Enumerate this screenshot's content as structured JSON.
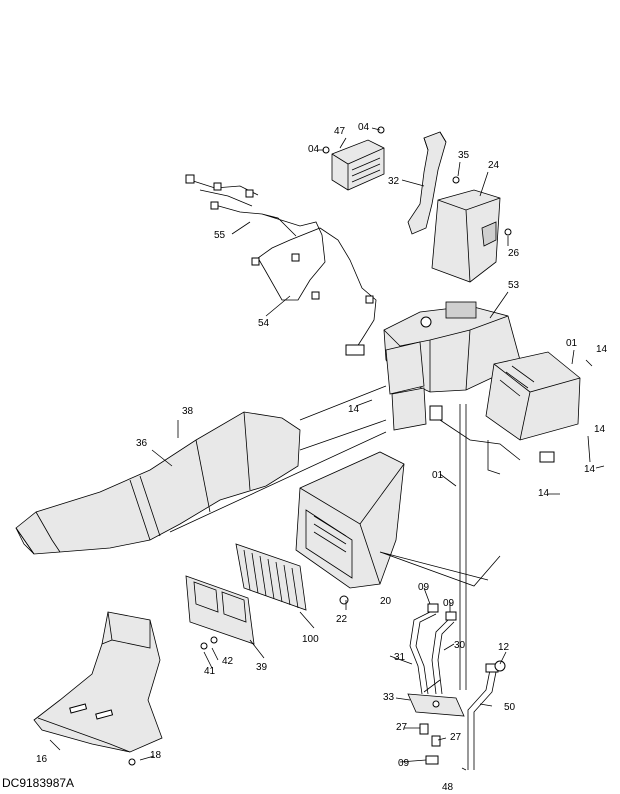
{
  "drawing_code": "DC9183987A",
  "part_labels": [
    "47",
    "04",
    "04",
    "35",
    "24",
    "32",
    "26",
    "55",
    "53",
    "54",
    "01",
    "14",
    "14",
    "38",
    "36",
    "14",
    "01",
    "14",
    "14",
    "20",
    "22",
    "100",
    "09",
    "09",
    "12",
    "31",
    "30",
    "42",
    "41",
    "39",
    "33",
    "50",
    "27",
    "27",
    "09",
    "16",
    "18",
    "48"
  ]
}
